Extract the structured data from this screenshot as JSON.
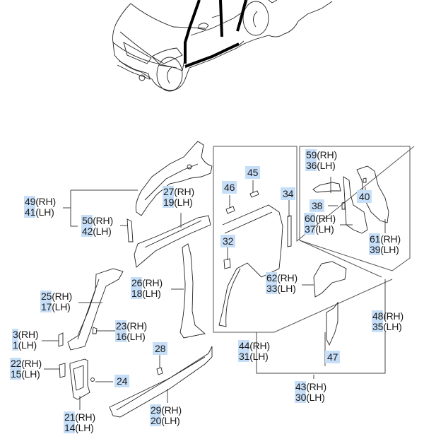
{
  "diagram": {
    "title": "Side Body Panel Parts Diagram",
    "highlight_color": "#c6def7",
    "line_color": "#333333",
    "car_overview": "vehicle-side-overview",
    "callouts": [
      {
        "id": "c49",
        "rows": [
          {
            "num": "49",
            "side": "(RH)"
          },
          {
            "num": "41",
            "side": "(LH)"
          }
        ]
      },
      {
        "id": "c50",
        "rows": [
          {
            "num": "50",
            "side": "(RH)"
          },
          {
            "num": "42",
            "side": "(LH)"
          }
        ]
      },
      {
        "id": "c27",
        "rows": [
          {
            "num": "27",
            "side": "(RH)"
          },
          {
            "num": "19",
            "side": "(LH)"
          }
        ]
      },
      {
        "id": "c26",
        "rows": [
          {
            "num": "26",
            "side": "(RH)"
          },
          {
            "num": "18",
            "side": "(LH)"
          }
        ]
      },
      {
        "id": "c25",
        "rows": [
          {
            "num": "25",
            "side": "(RH)"
          },
          {
            "num": "17",
            "side": "(LH)"
          }
        ]
      },
      {
        "id": "c3",
        "rows": [
          {
            "num": "3",
            "side": "(RH)"
          },
          {
            "num": "1",
            "side": "(LH)"
          }
        ]
      },
      {
        "id": "c23",
        "rows": [
          {
            "num": "23",
            "side": "(RH)"
          },
          {
            "num": "16",
            "side": "(LH)"
          }
        ]
      },
      {
        "id": "c22",
        "rows": [
          {
            "num": "22",
            "side": "(RH)"
          },
          {
            "num": "15",
            "side": "(LH)"
          }
        ]
      },
      {
        "id": "c24",
        "rows": [
          {
            "num": "24",
            "side": ""
          }
        ]
      },
      {
        "id": "c28",
        "rows": [
          {
            "num": "28",
            "side": ""
          }
        ]
      },
      {
        "id": "c21",
        "rows": [
          {
            "num": "21",
            "side": "(RH)"
          },
          {
            "num": "14",
            "side": "(LH)"
          }
        ]
      },
      {
        "id": "c29",
        "rows": [
          {
            "num": "29",
            "side": "(RH)"
          },
          {
            "num": "20",
            "side": "(LH)"
          }
        ]
      },
      {
        "id": "c46",
        "rows": [
          {
            "num": "46",
            "side": ""
          }
        ]
      },
      {
        "id": "c45",
        "rows": [
          {
            "num": "45",
            "side": ""
          }
        ]
      },
      {
        "id": "c34",
        "rows": [
          {
            "num": "34",
            "side": ""
          }
        ]
      },
      {
        "id": "c32",
        "rows": [
          {
            "num": "32",
            "side": ""
          }
        ]
      },
      {
        "id": "c62",
        "rows": [
          {
            "num": "62",
            "side": "(RH)"
          },
          {
            "num": "33",
            "side": "(LH)"
          }
        ]
      },
      {
        "id": "c44",
        "rows": [
          {
            "num": "44",
            "side": "(RH)"
          },
          {
            "num": "31",
            "side": "(LH)"
          }
        ]
      },
      {
        "id": "c47",
        "rows": [
          {
            "num": "47",
            "side": ""
          }
        ]
      },
      {
        "id": "c43",
        "rows": [
          {
            "num": "43",
            "side": "(RH)"
          },
          {
            "num": "30",
            "side": "(LH)"
          }
        ]
      },
      {
        "id": "c48",
        "rows": [
          {
            "num": "48",
            "side": "(RH)"
          },
          {
            "num": "35",
            "side": "(LH)"
          }
        ]
      },
      {
        "id": "c59",
        "rows": [
          {
            "num": "59",
            "side": "(RH)"
          },
          {
            "num": "36",
            "side": "(LH)"
          }
        ]
      },
      {
        "id": "c38",
        "rows": [
          {
            "num": "38",
            "side": ""
          }
        ]
      },
      {
        "id": "c40",
        "rows": [
          {
            "num": "40",
            "side": ""
          }
        ]
      },
      {
        "id": "c60",
        "rows": [
          {
            "num": "60",
            "side": "(RH)"
          },
          {
            "num": "37",
            "side": "(LH)"
          }
        ]
      },
      {
        "id": "c61",
        "rows": [
          {
            "num": "61",
            "side": "(RH)"
          },
          {
            "num": "39",
            "side": "(LH)"
          }
        ]
      }
    ]
  }
}
